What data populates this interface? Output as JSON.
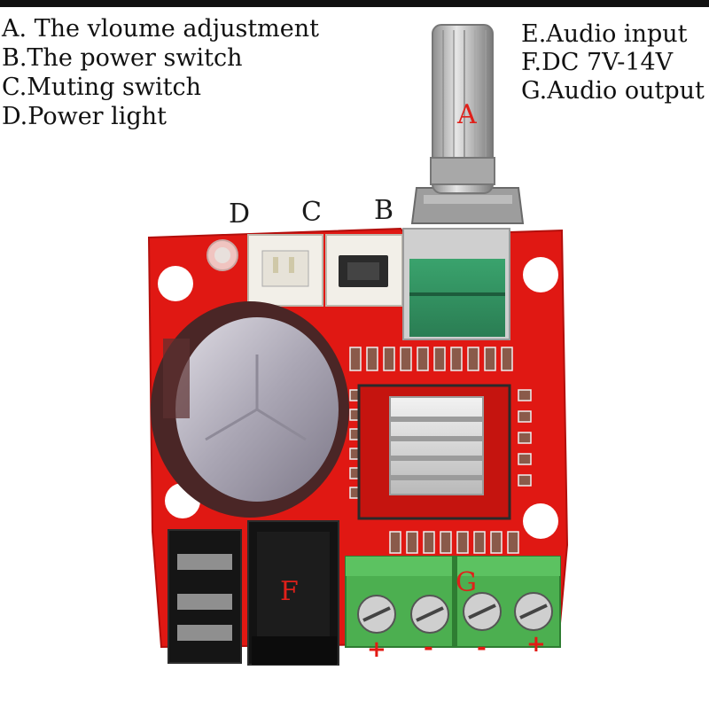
{
  "legend_left": [
    "A. The vloume adjustment",
    "B.The power switch",
    "C.Muting switch",
    "D.Power light"
  ],
  "legend_right": [
    "E.Audio input",
    "F.DC 7V-14V",
    "G.Audio output"
  ],
  "callouts": {
    "a": "A",
    "b": "B",
    "c": "C",
    "d": "D",
    "f": "F",
    "g": "G"
  },
  "terminal_polarity": [
    "+",
    "-",
    "-",
    "+"
  ],
  "colors": {
    "board": "#e01813",
    "terminal": "#4caf50",
    "heatsink": "#d8d8d8",
    "capacitor": "#5a2a2a"
  }
}
